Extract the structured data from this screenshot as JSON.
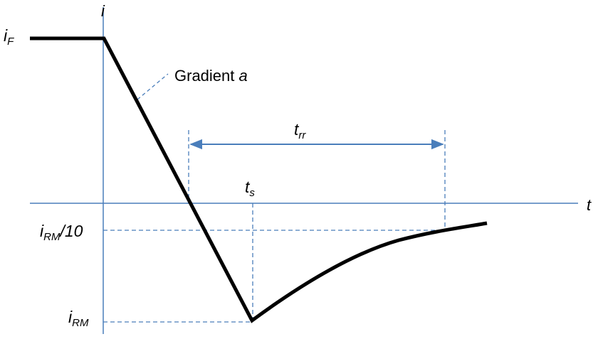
{
  "labels": {
    "y_axis": "i",
    "x_axis": "t",
    "i_F": {
      "base": "i",
      "sub": "F"
    },
    "i_RM_10": {
      "base": "i",
      "sub": "RM",
      "suffix": "/10"
    },
    "i_RM": {
      "base": "i",
      "sub": "RM"
    },
    "t_rr": {
      "base": "t",
      "sub": "rr"
    },
    "t_s": {
      "base": "t",
      "sub": "s"
    },
    "gradient": {
      "text": "Gradient ",
      "symbol": "a"
    }
  },
  "colors": {
    "axis": "#4a7ebb",
    "dashed": "#4a7ebb",
    "arrow": "#4a7ebb",
    "curve": "#000000",
    "text": "#000000"
  }
}
